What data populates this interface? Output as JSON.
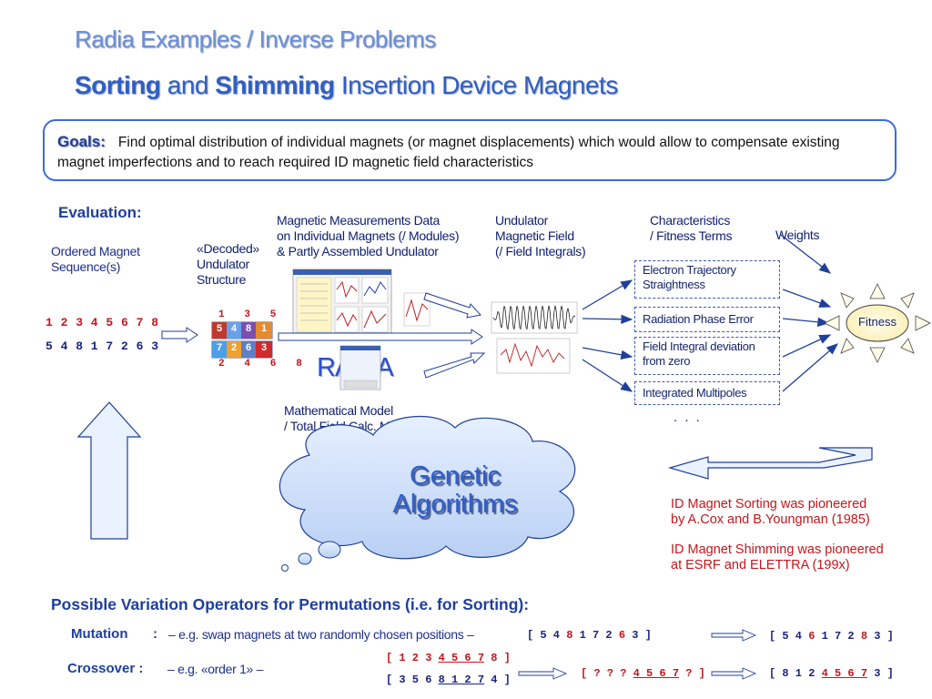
{
  "title": {
    "line1": "Radia Examples / Inverse Problems",
    "line2_bold1": "Sorting",
    "line2_mid": " and ",
    "line2_bold2": "Shimming",
    "line2_rest": " Insertion Device Magnets"
  },
  "goals": {
    "label": "Goals:",
    "text": "Find optimal distribution of individual magnets (or magnet displacements) which would allow to compensate existing magnet imperfections and to reach required ID magnetic field characteristics"
  },
  "evaluation_label": "Evaluation:",
  "ordered_magnet": {
    "line1": "Ordered Magnet",
    "line2": "Sequence(s)"
  },
  "seq1": "1 2 3 4 5 6 7 8",
  "seq2": "5 4 8 1 7 2 6 3",
  "decoded": {
    "line1": "«Decoded»",
    "line2": "Undulator",
    "line3": "Structure"
  },
  "decoded_top_nums": "1   3   5   7",
  "decoded_bottom_nums": "2   4   6   8",
  "block_top": [
    "5",
    "4",
    "8",
    "1"
  ],
  "block_bottom": [
    "7",
    "2",
    "6",
    "3"
  ],
  "measurements": {
    "line1": "Magnetic Measurements Data",
    "line2": "on Individual Magnets (/ Modules)",
    "line3": "& Partly Assembled Undulator"
  },
  "radia_logo": "RADIA",
  "math_model": {
    "line1": "Mathematical Model",
    "line2": "/ Total Field Calc. Method"
  },
  "undulator_field": {
    "line1": "Undulator",
    "line2": "Magnetic Field",
    "line3": "(/ Field Integrals)"
  },
  "characteristics": {
    "line1": "Characteristics",
    "line2": "/ Fitness Terms"
  },
  "weights": "Weights",
  "fitness_terms": [
    "Electron Trajectory Straightness",
    "Radiation Phase Error",
    "Field Integral deviation from zero",
    "Integrated Multipoles"
  ],
  "ellipsis": ". . .",
  "fitness": "Fitness",
  "ga": {
    "line1": "Genetic",
    "line2": "Algorithms"
  },
  "pioneer1": {
    "line1": "ID Magnet Sorting was pioneered",
    "line2": "by A.Cox and B.Youngman (1985)"
  },
  "pioneer2": {
    "line1": "ID Magnet Shimming was pioneered",
    "line2": "at ESRF and ELETTRA (199x)"
  },
  "ops_title": "Possible Variation Operators for Permutations (i.e. for Sorting):",
  "mutation": {
    "name": "Mutation",
    "colon": ":",
    "desc": "– e.g. swap magnets at two randomly chosen positions –",
    "before": [
      "[ 5 4 ",
      "8",
      " 1 7 2 ",
      "6",
      " 3 ]"
    ],
    "after": [
      "[ 5 4 ",
      "6",
      " 1 7 2 ",
      "8",
      " 3 ]"
    ]
  },
  "crossover": {
    "name": "Crossover :",
    "desc": "– e.g. «order 1» –",
    "parent1": [
      "[ 1 2 3 ",
      "4 5 6 7",
      " 8 ]"
    ],
    "parent2": [
      "[ 3 5 6 ",
      "8 1 2 7",
      " 4 ]"
    ],
    "partial": [
      "[ ? ? ? ",
      "4 5 6 7",
      " ? ]"
    ],
    "child": [
      "[ 8 1 2 ",
      "4 5 6 7",
      " 3 ]"
    ]
  },
  "colors": {
    "title": "#6b8fd6",
    "navy": "#1f3f9a",
    "red": "#c4161c",
    "ga_cloud": "#c8dcf8",
    "fitness_sun": "#fff8cc"
  }
}
